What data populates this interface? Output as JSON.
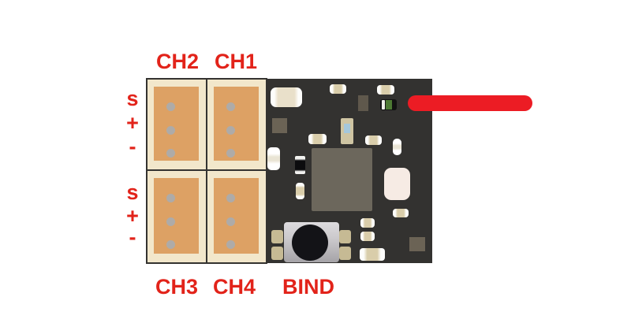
{
  "diagram": {
    "type": "rc-receiver-pinout",
    "channels": {
      "top": [
        {
          "label": "CH2"
        },
        {
          "label": "CH1"
        }
      ],
      "bottom": [
        {
          "label": "CH3"
        },
        {
          "label": "CH4"
        }
      ]
    },
    "bind_button": {
      "label": "BIND"
    },
    "pin_rows": [
      "s",
      "+",
      "-"
    ],
    "components": {
      "main_chip": "microcontroller-chip",
      "bind_switch": "tact-switch",
      "antenna": "antenna-wire",
      "led": "led-indicator"
    },
    "colors": {
      "label_red": "#e2231a",
      "antenna_red": "#ec1c24",
      "pcb_dark": "#333230",
      "connector_border": "#f2e7cb",
      "connector_fill": "#dda164",
      "pin_dot": "#aeaba8",
      "chip_gray": "#6c675c",
      "background": "#ffffff"
    }
  }
}
